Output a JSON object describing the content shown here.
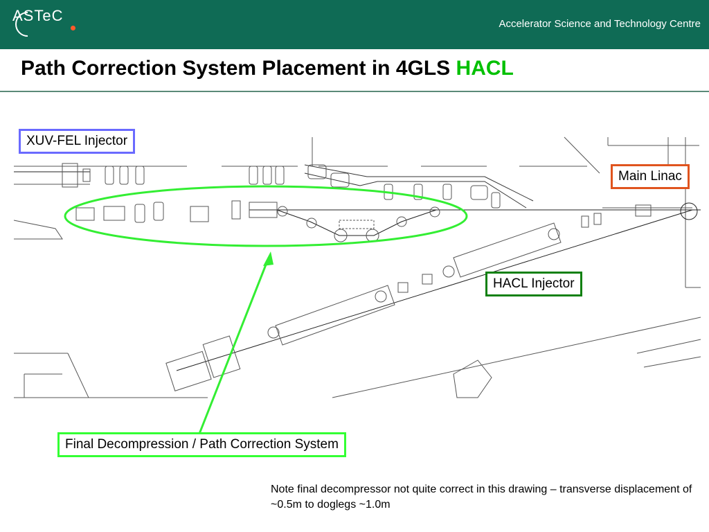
{
  "header": {
    "logo_text": "ASTeC",
    "org_name": "Accelerator Science and Technology Centre",
    "colors": {
      "bar": "#0f6b55",
      "logo_dot": "#ff5a2a"
    }
  },
  "title": {
    "main": "Path Correction System Placement in 4GLS ",
    "accent": "HACL",
    "accent_color": "#00c000"
  },
  "labels": {
    "xuv_fel_injector": "XUV-FEL Injector",
    "main_linac": "Main Linac",
    "hacl_injector": "HACL Injector",
    "final_decompression": "Final Decompression / Path Correction System"
  },
  "note": "Note final decompressor not quite correct in this drawing – transverse displacement of ~0.5m to doglegs ~1.0m"
}
